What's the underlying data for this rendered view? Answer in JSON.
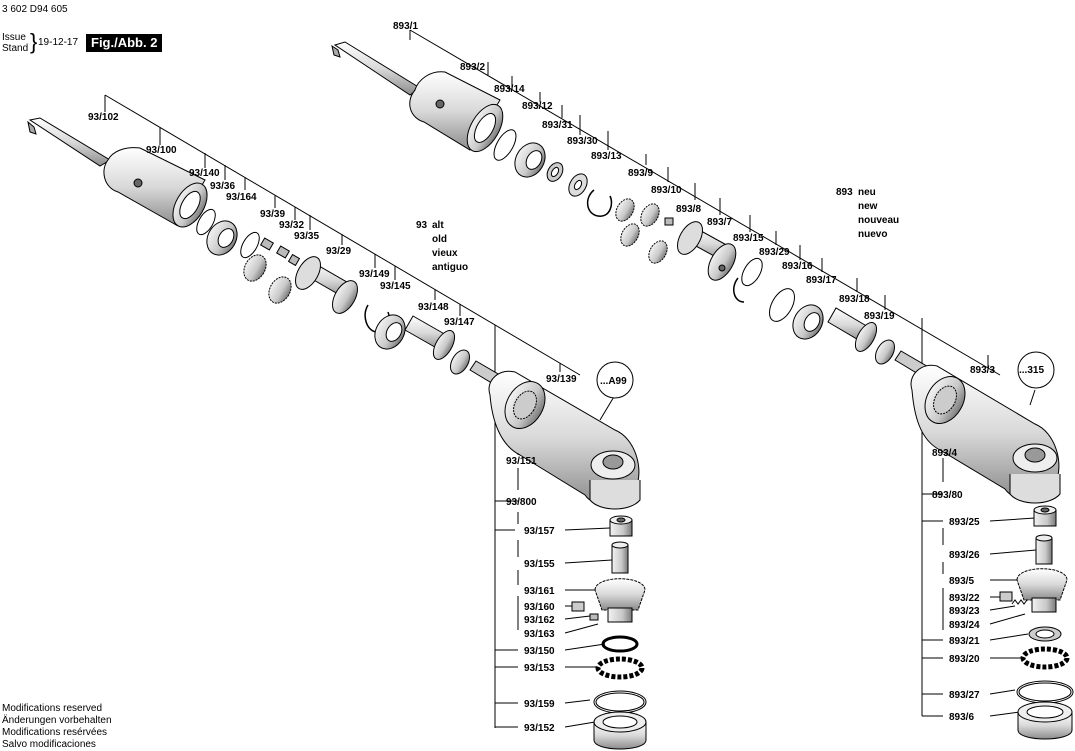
{
  "header": {
    "doc_number": "3 602 D94 605",
    "issue_label": "Issue",
    "stand_label": "Stand",
    "date": "19-12-17",
    "figure_label": "Fig./Abb. 2"
  },
  "footer": {
    "lines": [
      "Modifications reserved",
      "Änderungen vorbehalten",
      "Modifications resérvées",
      "Salvo modificaciones"
    ]
  },
  "left_assembly": {
    "note": {
      "code": "93",
      "lines": [
        "alt",
        "old",
        "vieux",
        "antiguo"
      ]
    },
    "callout": "...A99",
    "labels": [
      "93/102",
      "93/100",
      "93/140",
      "93/36",
      "93/164",
      "93/39",
      "93/32",
      "93/35",
      "93/29",
      "93/149",
      "93/145",
      "93/148",
      "93/147",
      "93/139",
      "93/151",
      "93/800",
      "93/157",
      "93/155",
      "93/161",
      "93/160",
      "93/162",
      "93/163",
      "93/150",
      "93/153",
      "93/159",
      "93/152"
    ]
  },
  "right_assembly": {
    "note": {
      "code": "893",
      "lines": [
        "neu",
        "new",
        "nouveau",
        "nuevo"
      ]
    },
    "callout": "...315",
    "labels": [
      "893/1",
      "893/2",
      "893/14",
      "893/12",
      "893/31",
      "893/30",
      "893/13",
      "893/9",
      "893/10",
      "893/8",
      "893/7",
      "893/15",
      "893/29",
      "893/16",
      "893/17",
      "893/18",
      "893/19",
      "893/3",
      "893/4",
      "893/80",
      "893/25",
      "893/26",
      "893/5",
      "893/22",
      "893/23",
      "893/24",
      "893/21",
      "893/20",
      "893/27",
      "893/6"
    ]
  }
}
